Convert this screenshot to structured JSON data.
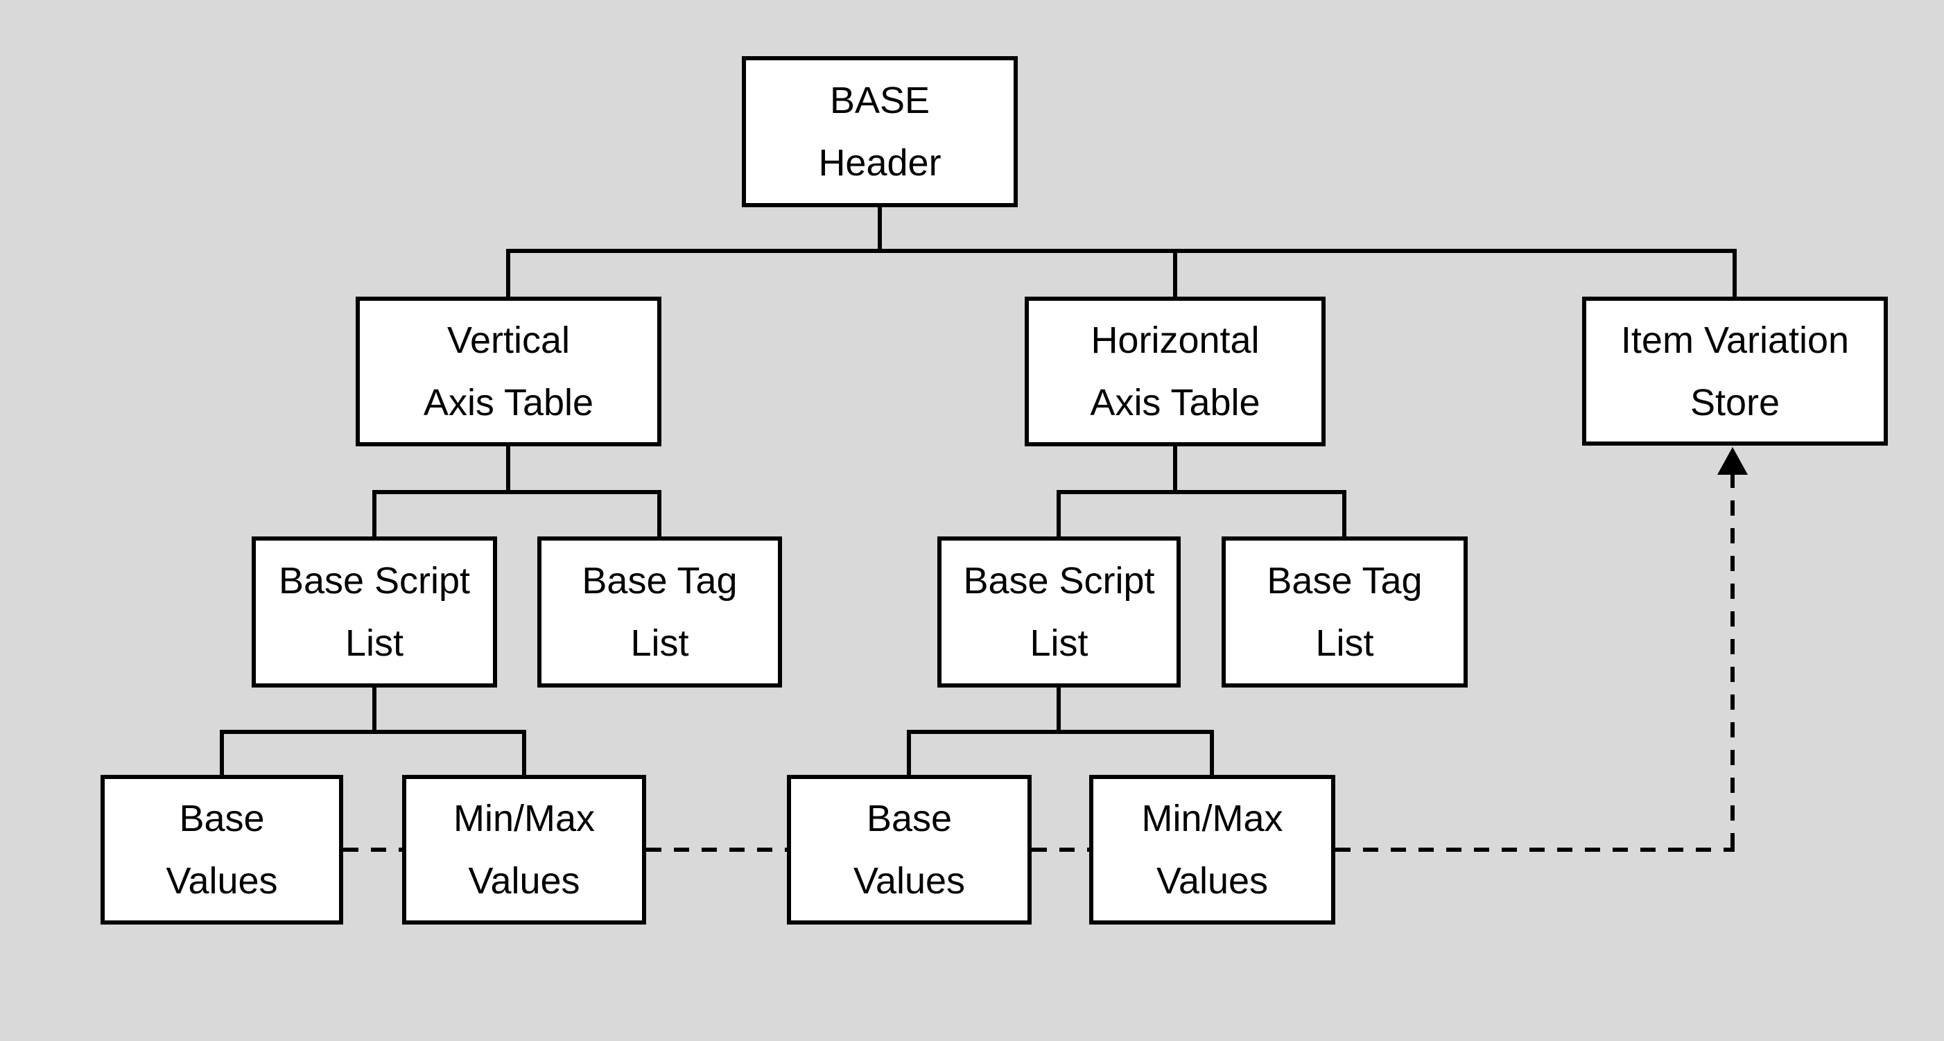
{
  "diagram": {
    "colors": {
      "background": "#d9d9d9",
      "node_fill": "#ffffff",
      "node_border": "#000000",
      "connector": "#000000"
    },
    "nodes": {
      "base_header": {
        "label": "BASE\nHeader"
      },
      "vertical_axis_table": {
        "label": "Vertical\nAxis Table"
      },
      "horizontal_axis_table": {
        "label": "Horizontal\nAxis Table"
      },
      "item_variation_store": {
        "label": "Item Variation\nStore"
      },
      "base_script_list_vertical": {
        "label": "Base Script\nList"
      },
      "base_tag_list_vertical": {
        "label": "Base Tag\nList"
      },
      "base_script_list_horizontal": {
        "label": "Base Script\nList"
      },
      "base_tag_list_horizontal": {
        "label": "Base Tag\nList"
      },
      "base_values_vertical": {
        "label": "Base\nValues"
      },
      "minmax_values_vertical": {
        "label": "Min/Max\nValues"
      },
      "base_values_horizontal": {
        "label": "Base\nValues"
      },
      "minmax_values_horizontal": {
        "label": "Min/Max\nValues"
      }
    }
  }
}
